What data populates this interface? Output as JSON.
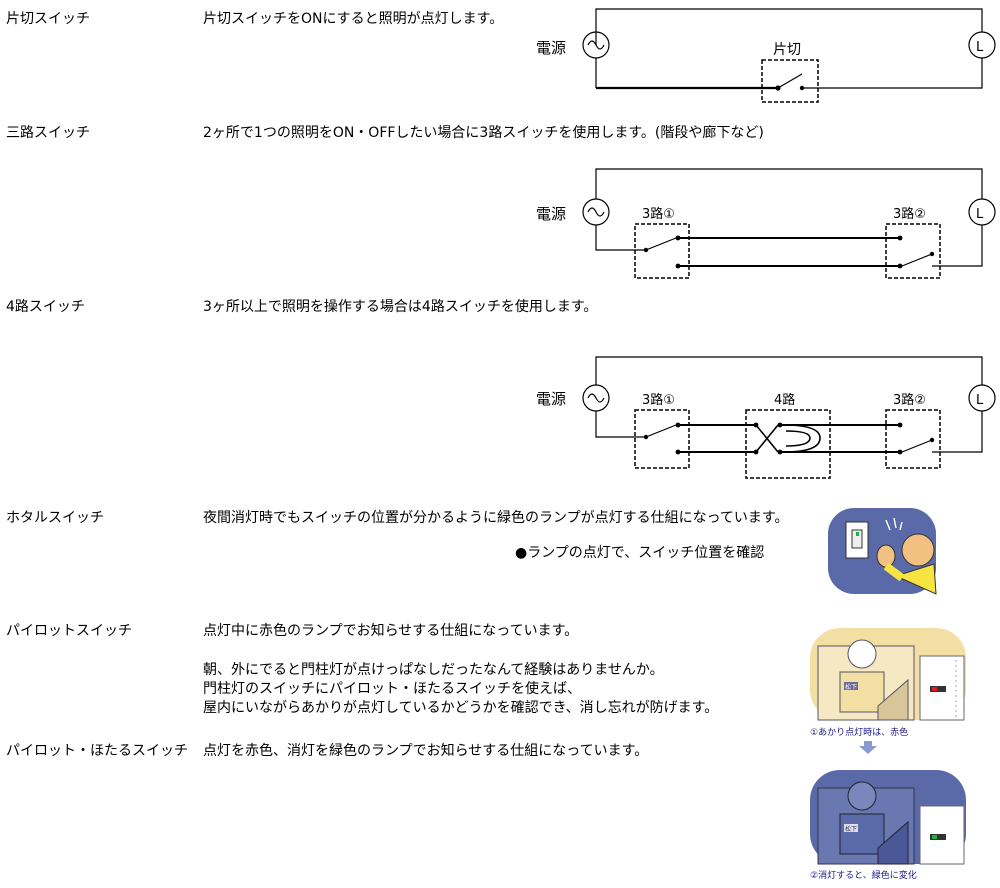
{
  "sections": [
    {
      "name": "片切スイッチ",
      "desc": "片切スイッチをONにすると照明が点灯します。"
    },
    {
      "name": "三路スイッチ",
      "desc": "2ヶ所で1つの照明をON・OFFしたい場合に3路スイッチを使用します。(階段や廊下など)"
    },
    {
      "name": "4路スイッチ",
      "desc": "3ヶ所以上で照明を操作する場合は4路スイッチを使用します。"
    },
    {
      "name": "ホタルスイッチ",
      "desc": "夜間消灯時でもスイッチの位置が分かるように緑色のランプが点灯する仕組になっています。",
      "note": "●ランプの点灯で、スイッチ位置を確認"
    },
    {
      "name": "パイロットスイッチ",
      "desc": "点灯中に赤色のランプでお知らせする仕組になっています。",
      "lines": [
        "朝、外にでると門柱灯が点けっぱなしだったなんて経験はありませんか。",
        "門柱灯のスイッチにパイロット・ほたるスイッチを使えば、",
        "屋内にいながらあかりが点灯しているかどうかを確認でき、消し忘れが防げます。"
      ]
    },
    {
      "name": "パイロット・ほたるスイッチ",
      "desc": "点灯を赤色、消灯を緑色のランプでお知らせする仕組になっています。"
    }
  ],
  "diagrams": {
    "power_label": "電源",
    "lamp_label": "L",
    "single_label": "片切",
    "three_way_1": "3路①",
    "three_way_2": "3路②",
    "four_way": "4路"
  },
  "illustrations": {
    "pilot_caption_1": "①あかり点灯時は、赤色",
    "pilot_caption_2": "②消灯すると、緑色に変化",
    "plate_text": "松下",
    "lamp_on_color": "#e02020",
    "lamp_off_color": "#20b040",
    "bg_color": "#5a6aa8",
    "warm_bg": "#f3dfa3"
  }
}
